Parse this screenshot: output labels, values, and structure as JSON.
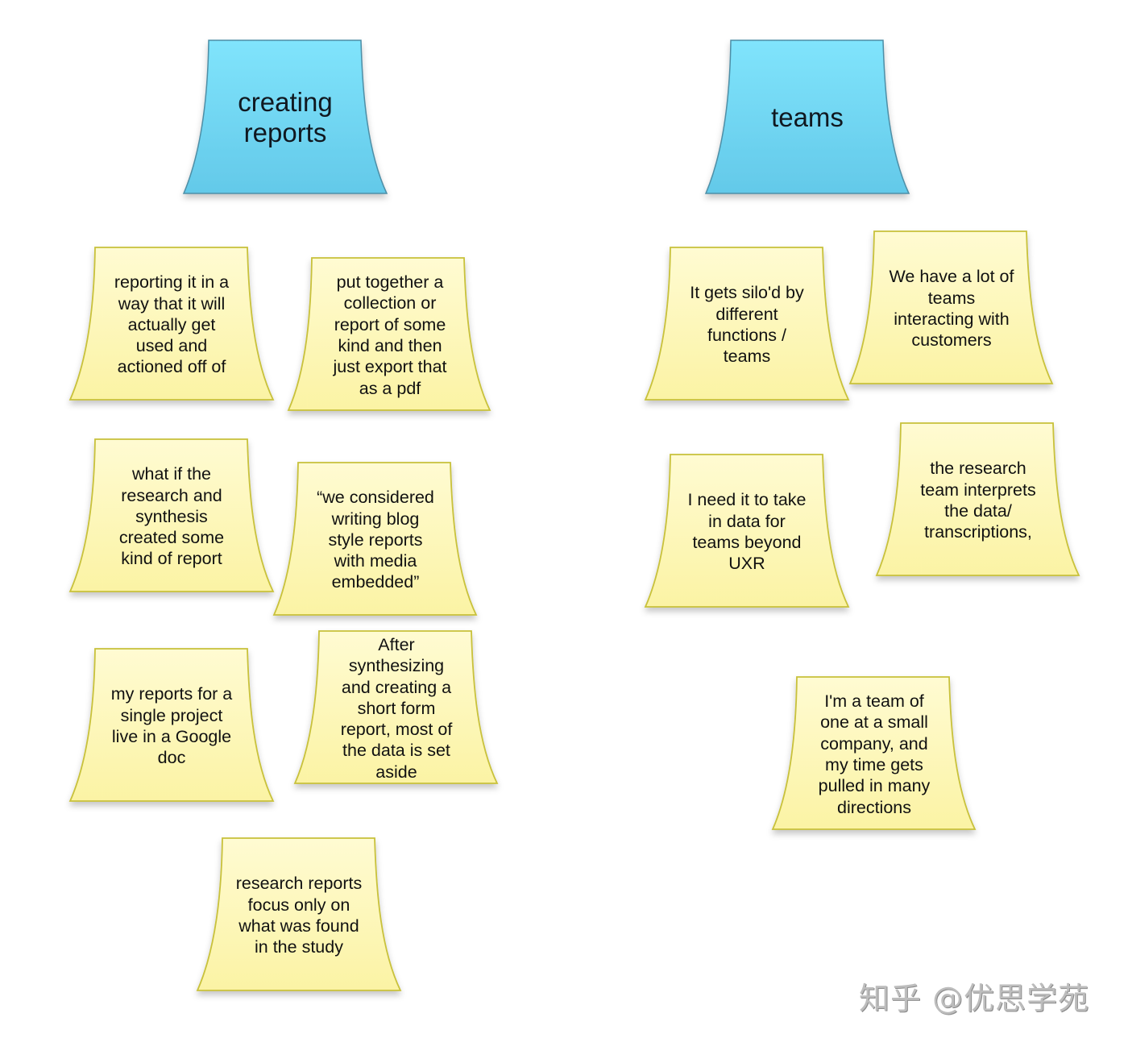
{
  "colors": {
    "header_fill_top": "#7fe3fb",
    "header_fill_bottom": "#62c8e8",
    "header_stroke": "#4a8fa8",
    "note_fill_top": "#fffbd0",
    "note_fill_bottom": "#fbf3a6",
    "note_stroke": "#c9c23a",
    "background": "#ffffff"
  },
  "groups": [
    {
      "header": {
        "label": "creating\nreports"
      },
      "notes": [
        {
          "text": "reporting it in a\nway that it will\nactually get\nused and\nactioned off of"
        },
        {
          "text": "put together a\ncollection or\nreport of some\nkind and then\njust export that\nas a pdf"
        },
        {
          "text": "what if the\nresearch and\nsynthesis\ncreated some\nkind of report"
        },
        {
          "text": "“we considered\nwriting blog\nstyle reports\nwith media\nembedded”"
        },
        {
          "text": "my reports for a\nsingle project\nlive in a Google\ndoc"
        },
        {
          "text": "After\nsynthesizing\nand creating a\nshort form\nreport, most of\nthe data is set\naside"
        },
        {
          "text": "research reports\nfocus only on\nwhat was found\nin the study"
        }
      ]
    },
    {
      "header": {
        "label": "teams"
      },
      "notes": [
        {
          "text": "It gets silo'd by\ndifferent\nfunctions /\nteams"
        },
        {
          "text": "We have a lot of\nteams\ninteracting with\ncustomers"
        },
        {
          "text": "I need it to take\nin data for\nteams beyond\nUXR"
        },
        {
          "text": "the research\nteam interprets\nthe data/\ntranscriptions,"
        },
        {
          "text": "I'm a team of\none at a small\ncompany, and\nmy time gets\npulled in many\ndirections"
        }
      ]
    }
  ],
  "watermark": {
    "text": "知乎 @优思学苑"
  }
}
